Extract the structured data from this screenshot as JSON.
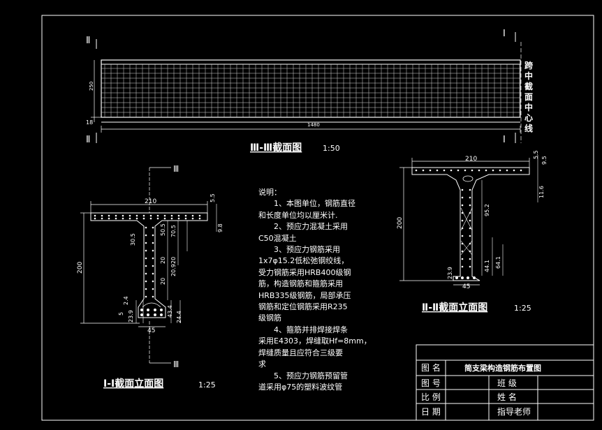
{
  "section_III": {
    "marker_left": "Ⅱ",
    "marker_right": "Ⅰ",
    "title": "Ⅲ-Ⅲ截面图",
    "scale": "1:50",
    "dim_height": "250",
    "dim_bottom": "18",
    "dim_length": "1480",
    "midspan_label": "跨中截面中心线"
  },
  "section_I": {
    "cut_marker": "Ⅲ",
    "title": "Ⅰ-Ⅰ截面立面图",
    "scale": "1:25",
    "dims": {
      "top_width": "210",
      "flange_top": "5.5",
      "flange_edge": "9.8",
      "web_a": "30.5",
      "web_b": "50.5",
      "web_c": "70.5",
      "spacing_1": "20",
      "spacing_2": "20",
      "spacing_3": "20",
      "spacing_4": "20.9",
      "bottom_a": "2.4",
      "bottom_b": "5",
      "bottom_c": "23.9",
      "bottom_d": "43.4",
      "bottom_e": "24.4",
      "bottom_width": "45",
      "total_height": "200"
    }
  },
  "section_II": {
    "title": "Ⅱ-Ⅱ截面立面图",
    "scale": "1:25",
    "dims": {
      "top_width": "210",
      "top_a": "5.5",
      "top_b": "9.5",
      "flange": "11.6",
      "web_upper": "95.2",
      "bottom_a": "44.1",
      "bottom_b": "64.1",
      "bottom_c": "23.9",
      "bottom_width": "45",
      "total_height": "200"
    }
  },
  "notes": {
    "heading": "说明：",
    "lines": [
      "1、本图单位，钢筋直径",
      "和长度单位均以厘米计.",
      "2、预应力混凝土采用",
      "C50混凝土",
      "3、预应力钢筋采用",
      "1x7φ15.2低松弛钢绞线，",
      "受力钢筋采用HRB400级钢",
      "筋，构造钢筋和箍筋采用",
      "HRB335级钢筋，局部承压",
      "钢筋和定位钢筋采用R235",
      "级钢筋",
      "4、箍筋并排焊接焊条",
      "采用E4303，焊缝取Hf=8mm，",
      "焊缝质量且应符合三级要",
      "求",
      "5、预应力钢筋预留管",
      "道采用φ75的塑料波纹管"
    ]
  },
  "title_block": {
    "drawing_name_label": "图 名",
    "drawing_name": "简支梁构造钢筋布置图",
    "drawing_no_label": "图 号",
    "class_label": "班 级",
    "scale_label": "比 例",
    "name_label": "姓 名",
    "date_label": "日 期",
    "advisor_label": "指导老师"
  }
}
